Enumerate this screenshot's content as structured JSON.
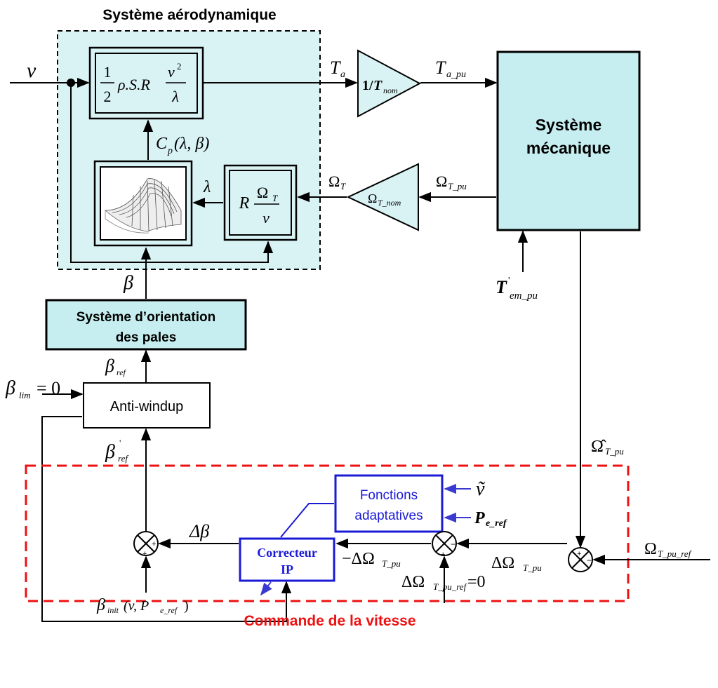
{
  "aero": {
    "title": "Système aérodynamique",
    "input_v": "v",
    "torque_formula_num": "1",
    "torque_formula_den": "2",
    "torque_formula_rho": "ρ.S.R",
    "torque_formula_v2": "v",
    "torque_formula_exp": "2",
    "torque_formula_lambda": "λ",
    "cp_label": "C",
    "cp_sub": "p",
    "cp_args": "(λ, β)",
    "lambda_label": "λ",
    "tsr_R": "R",
    "tsr_num": "Ω",
    "tsr_num_sub": "T",
    "tsr_den": "v"
  },
  "torque_path": {
    "Ta": "T",
    "Ta_sub": "a",
    "gain_num": "1/",
    "gain_T": "T",
    "gain_sub": "nom",
    "Ta_pu": "T",
    "Ta_pu_sub": "a_pu"
  },
  "mech": {
    "title_line1": "Système",
    "title_line2": "mécanique",
    "tem_label": "T",
    "tem_sup": "'",
    "tem_sub": "em_pu"
  },
  "speed_path": {
    "omega_pu": "Ω",
    "omega_pu_sub": "T_pu",
    "gain_omega": "Ω",
    "gain_omega_sub": "T_nom",
    "omega_T": "Ω",
    "omega_T_sub": "T"
  },
  "pitch": {
    "beta": "β",
    "orientation_line1": "Système d’orientation",
    "orientation_line2": "des pales",
    "beta_ref": "β",
    "beta_ref_sub": "ref",
    "beta_lim": "β",
    "beta_lim_sub": "lim",
    "beta_lim_eq": "= 0",
    "antiwindup": "Anti-windup",
    "beta_ref_prime": "β",
    "beta_ref_prime_sup": "'",
    "beta_ref_prime_sub": "ref"
  },
  "control": {
    "title": "Commande de la vitesse",
    "adaptive_line1": "Fonctions",
    "adaptive_line2": "adaptatives",
    "v_tilde": "ṽ",
    "pe_ref": "P",
    "pe_ref_sub": "e_ref",
    "corrector_line1": "Correcteur",
    "corrector_line2": "IP",
    "delta_beta": "Δβ",
    "minus_delta_omega": "−ΔΩ",
    "minus_delta_omega_sub": "T_pu",
    "delta_omega": "ΔΩ",
    "delta_omega_sub": "T_pu",
    "delta_omega_ref": "ΔΩ",
    "delta_omega_ref_sub": "T_pu_ref",
    "delta_omega_ref_eq": "=0",
    "omega_ref": "Ω",
    "omega_ref_sub": "T_pu_ref",
    "omega_hat": "Ω̂",
    "omega_hat_sub": "T_pu",
    "beta_init": "β",
    "beta_init_sub": "init",
    "beta_init_args_a": "(v, P",
    "beta_init_args_sub": "e_ref",
    "beta_init_args_b": ")"
  },
  "colors": {
    "aero_fill": "#d9f3f5",
    "box_fill": "#c6eef0",
    "control_border": "#ee1111",
    "corrector_blue": "#1a1ad6",
    "arrow_blue": "#3a3ad0"
  }
}
